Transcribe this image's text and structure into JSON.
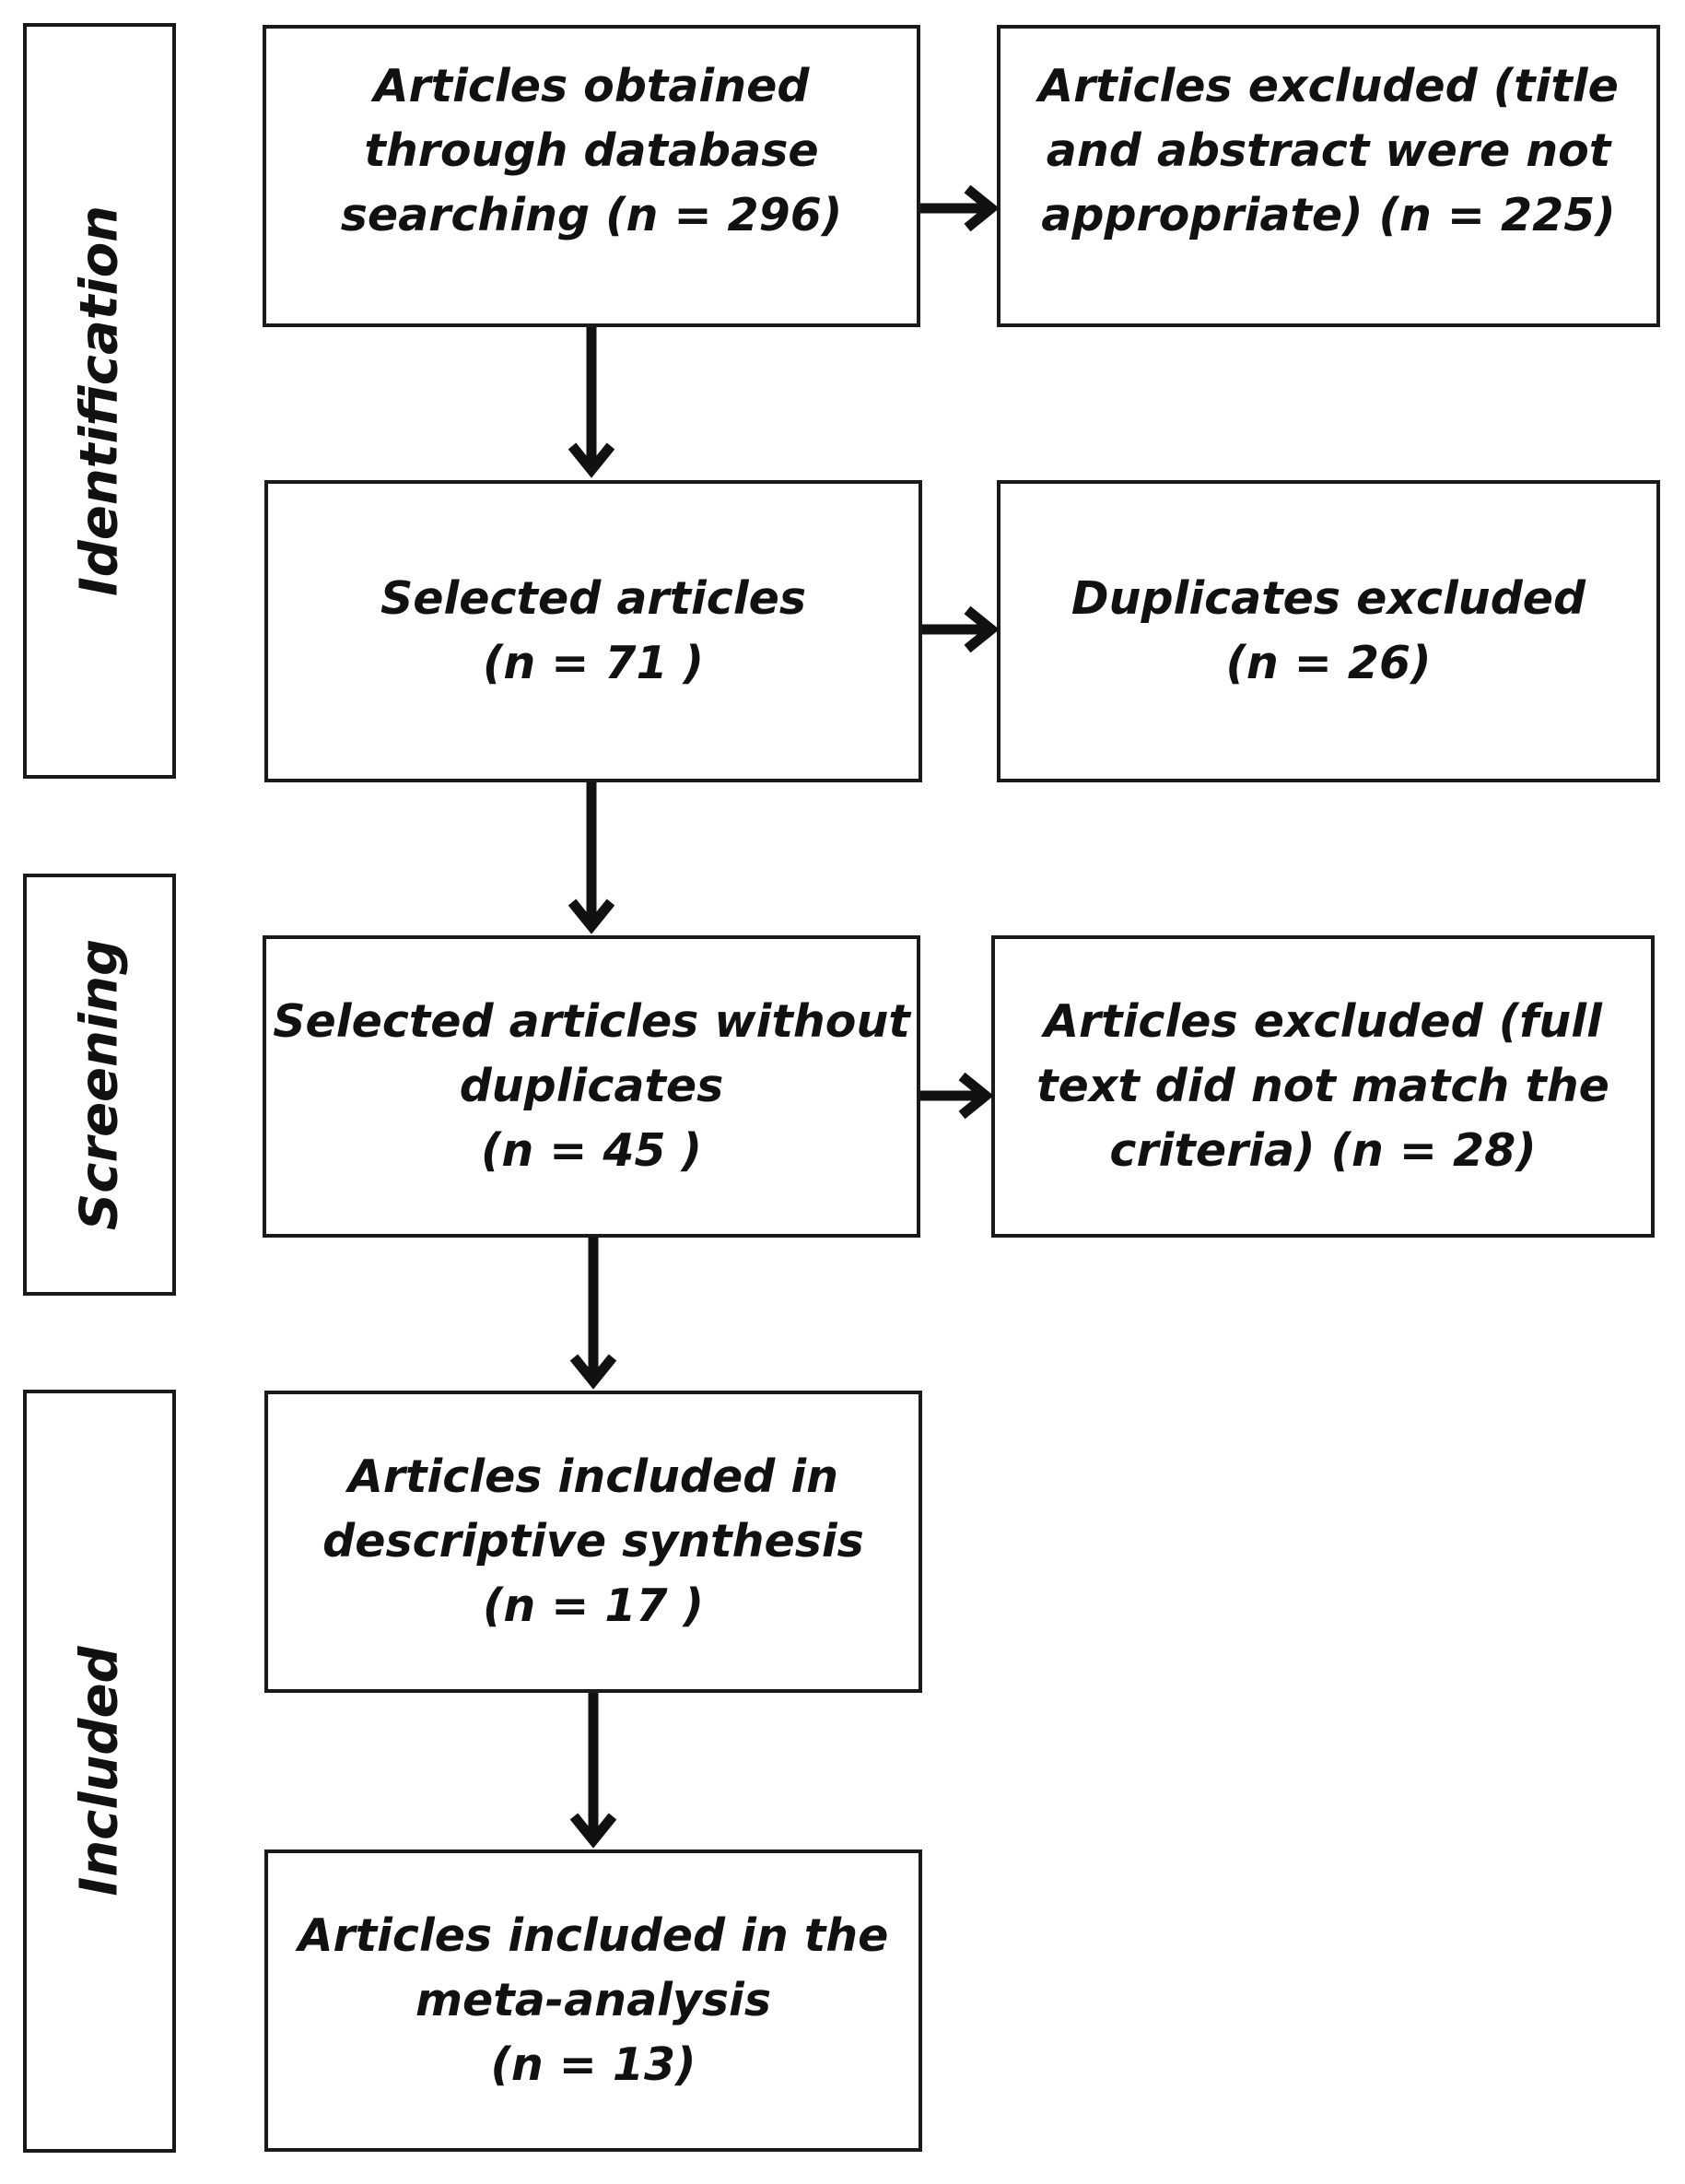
{
  "stages": {
    "identification": "Identification",
    "screening": "Screening",
    "included": "Included"
  },
  "boxes": {
    "database_search": {
      "lines": [
        "Articles obtained",
        "through database",
        "searching (n = 296)"
      ],
      "count": 296
    },
    "excluded_title_abstract": {
      "lines": [
        "Articles excluded (title",
        "and abstract were not",
        "appropriate) (n = 225)"
      ],
      "count": 225
    },
    "selected_articles": {
      "lines": [
        "Selected articles",
        "(n = 71 )"
      ],
      "count": 71
    },
    "duplicates_excluded": {
      "lines": [
        "Duplicates excluded",
        "(n = 26)"
      ],
      "count": 26
    },
    "without_duplicates": {
      "lines": [
        "Selected articles without",
        "duplicates",
        "(n = 45 )"
      ],
      "count": 45
    },
    "excluded_full_text": {
      "lines": [
        "Articles excluded (full",
        "text did not match the",
        "criteria) (n = 28)"
      ],
      "count": 28
    },
    "descriptive_synthesis": {
      "lines": [
        "Articles included in",
        "descriptive synthesis",
        "(n = 17 )"
      ],
      "count": 17
    },
    "meta_analysis": {
      "lines": [
        "Articles included in the",
        "meta-analysis",
        "(n = 13)"
      ],
      "count": 13
    }
  }
}
